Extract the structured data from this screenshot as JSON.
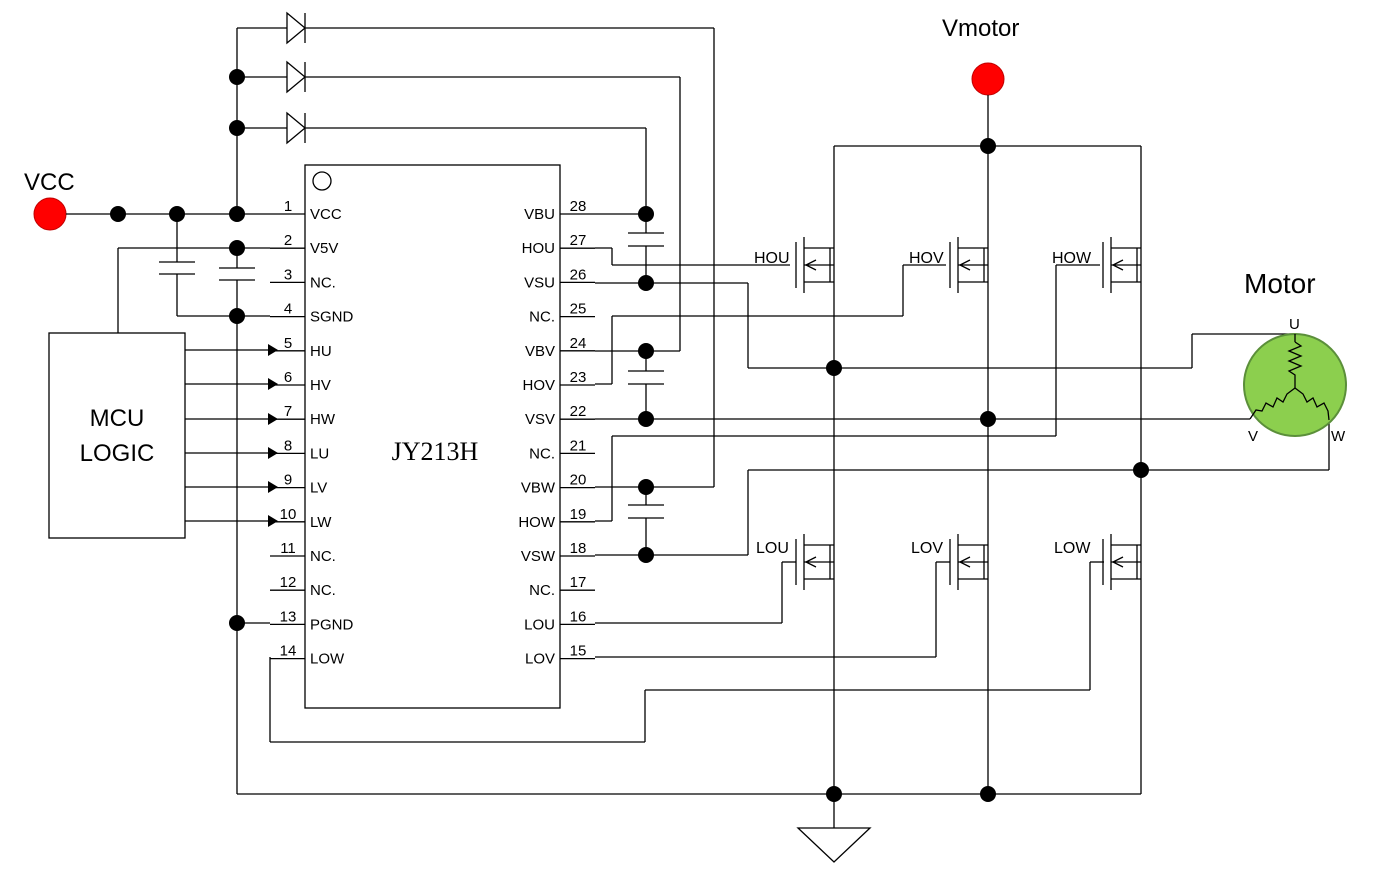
{
  "chip": {
    "name": "JY213H"
  },
  "mcu": {
    "line1": "MCU",
    "line2": "LOGIC"
  },
  "supply": {
    "vcc": "VCC",
    "vmotor": "Vmotor"
  },
  "motor": {
    "title": "Motor",
    "u": "U",
    "v": "V",
    "w": "W"
  },
  "left_pins": [
    {
      "num": "1",
      "name": "VCC"
    },
    {
      "num": "2",
      "name": "V5V"
    },
    {
      "num": "3",
      "name": "NC."
    },
    {
      "num": "4",
      "name": "SGND"
    },
    {
      "num": "5",
      "name": "HU"
    },
    {
      "num": "6",
      "name": "HV"
    },
    {
      "num": "7",
      "name": "HW"
    },
    {
      "num": "8",
      "name": "LU"
    },
    {
      "num": "9",
      "name": "LV"
    },
    {
      "num": "10",
      "name": "LW"
    },
    {
      "num": "11",
      "name": "NC."
    },
    {
      "num": "12",
      "name": "NC."
    },
    {
      "num": "13",
      "name": "PGND"
    },
    {
      "num": "14",
      "name": "LOW"
    }
  ],
  "right_pins": [
    {
      "num": "28",
      "name": "VBU"
    },
    {
      "num": "27",
      "name": "HOU"
    },
    {
      "num": "26",
      "name": "VSU"
    },
    {
      "num": "25",
      "name": "NC."
    },
    {
      "num": "24",
      "name": "VBV"
    },
    {
      "num": "23",
      "name": "HOV"
    },
    {
      "num": "22",
      "name": "VSV"
    },
    {
      "num": "21",
      "name": "NC."
    },
    {
      "num": "20",
      "name": "VBW"
    },
    {
      "num": "19",
      "name": "HOW"
    },
    {
      "num": "18",
      "name": "VSW"
    },
    {
      "num": "17",
      "name": "NC."
    },
    {
      "num": "16",
      "name": "LOU"
    },
    {
      "num": "15",
      "name": "LOV"
    }
  ],
  "mosfets": {
    "hou": "HOU",
    "hov": "HOV",
    "how": "HOW",
    "lou": "LOU",
    "lov": "LOV",
    "low": "LOW"
  },
  "colors": {
    "terminal": "#ff0000",
    "motor_fill": "#8ccf4e",
    "motor_stroke": "#5b8f3a"
  }
}
